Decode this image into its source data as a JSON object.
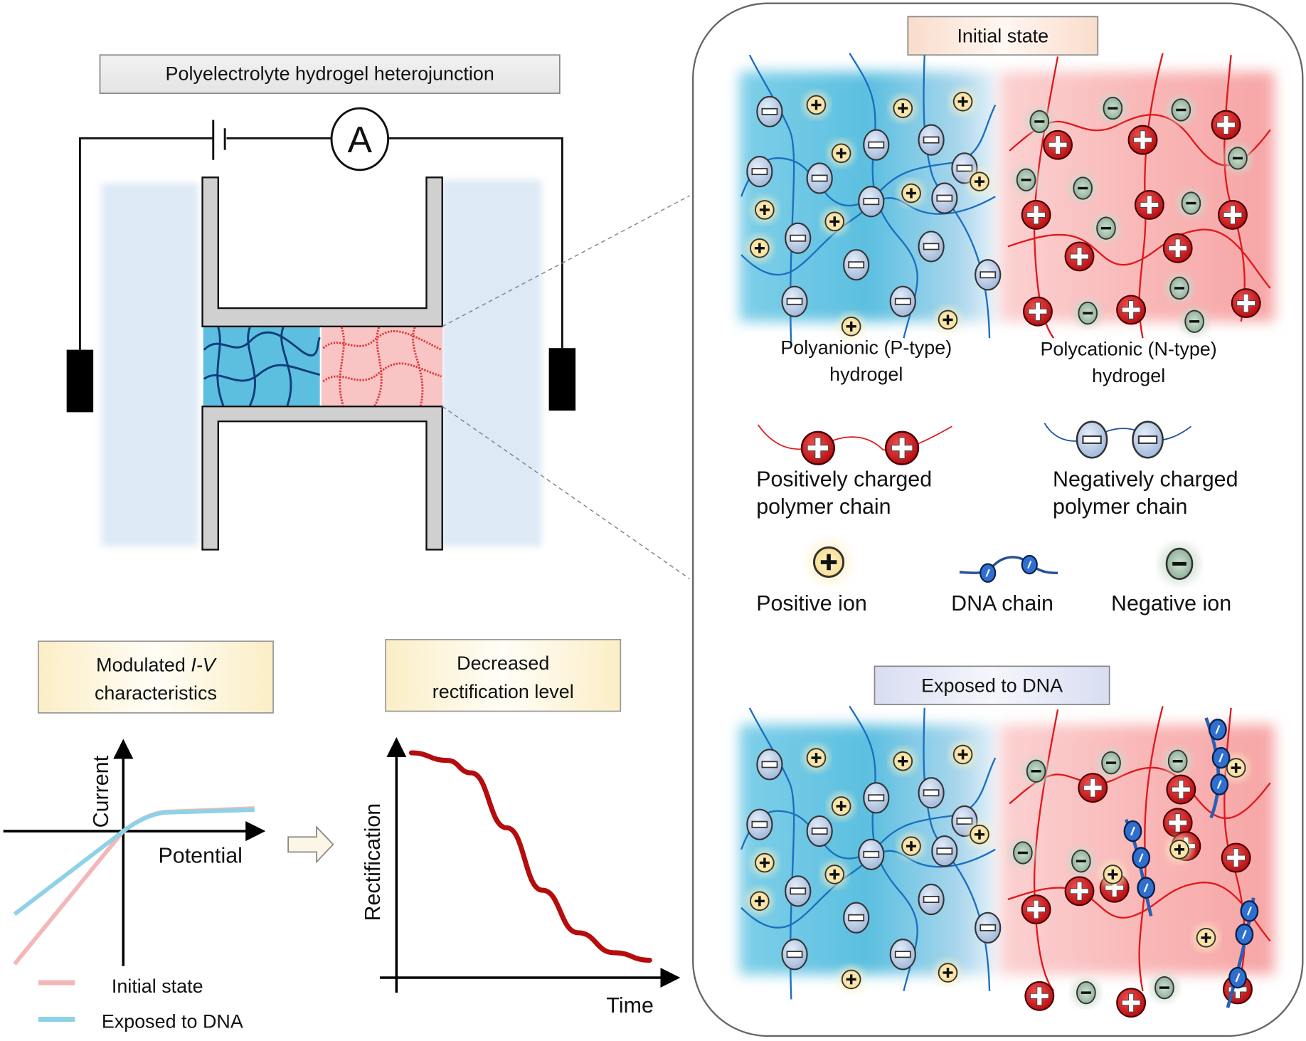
{
  "figure": {
    "device_title": "Polyelectrolyte hydrogel heterojunction",
    "ammeter_label": "A",
    "panel": {
      "initial_label": "Initial state",
      "exposed_label": "Exposed to DNA",
      "p_gel_label_line1": "Polyanionic (P-type)",
      "p_gel_label_line2": "hydrogel",
      "n_gel_label_line1": "Polycationic (N-type)",
      "n_gel_label_line2": "hydrogel",
      "legend": {
        "pos_chain_line1": "Positively charged",
        "pos_chain_line2": "polymer chain",
        "neg_chain_line1": "Negatively charged",
        "neg_chain_line2": "polymer chain",
        "pos_ion": "Positive ion",
        "dna_chain": "DNA chain",
        "neg_ion": "Negative ion"
      }
    },
    "iv_box_line1": "Modulated ",
    "iv_box_italic": "I-V",
    "iv_box_line2": "characteristics",
    "rect_box_line1": "Decreased",
    "rect_box_line2": "rectification level",
    "colors": {
      "p_gel": "#5bbfe0",
      "n_gel": "#f7a8a8",
      "neg_chain": "#1a6fbf",
      "pos_chain": "#e0191c",
      "pos_ion": "#fbe7a6",
      "neg_ion": "#9dbfa5",
      "dna": "#2a5fb5",
      "initial_curve": "#f4b6b6",
      "exposed_curve": "#8dd2e6",
      "rect_curve": "#b50d0d"
    }
  },
  "chart_data": [
    {
      "type": "line",
      "title": "Modulated I-V characteristics",
      "xlabel": "Potential",
      "ylabel": "Current",
      "legend": [
        "Initial state",
        "Exposed to DNA"
      ],
      "legend_position": "bottom",
      "series": [
        {
          "name": "Initial state",
          "x": [
            -1.0,
            0.0,
            0.2,
            1.0
          ],
          "y": [
            -1.6,
            0.0,
            0.28,
            0.32
          ]
        },
        {
          "name": "Exposed to DNA",
          "x": [
            -1.0,
            0.0,
            0.2,
            1.0
          ],
          "y": [
            -1.0,
            0.0,
            0.27,
            0.3
          ]
        }
      ]
    },
    {
      "type": "line",
      "title": "Decreased rectification level",
      "xlabel": "Time",
      "ylabel": "Rectification",
      "series": [
        {
          "name": "Rectification",
          "x": [
            0,
            0.15,
            0.25,
            0.4,
            0.55,
            0.7,
            0.85,
            1.0
          ],
          "y": [
            0.9,
            0.87,
            0.82,
            0.6,
            0.35,
            0.18,
            0.1,
            0.07
          ]
        }
      ]
    }
  ]
}
